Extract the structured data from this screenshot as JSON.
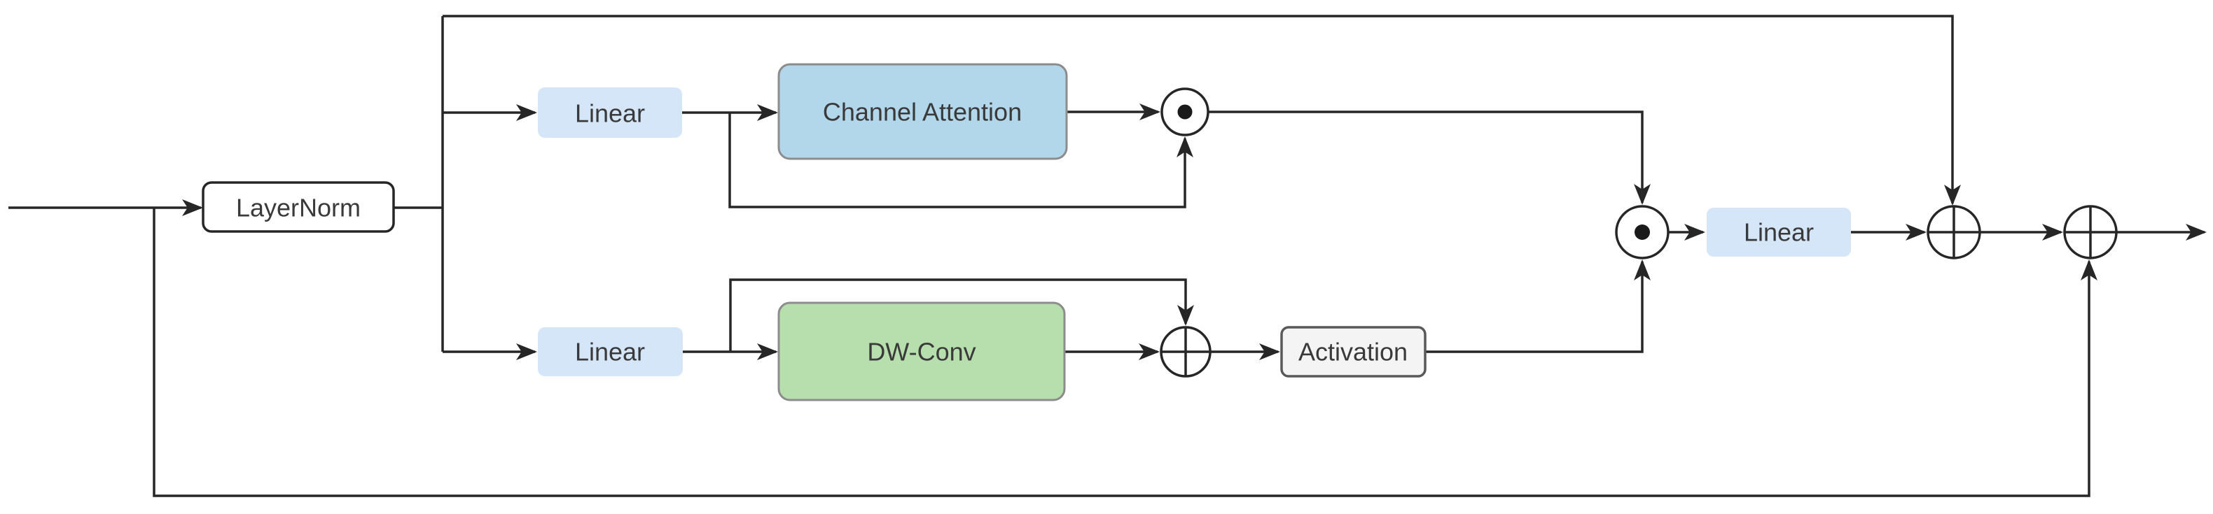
{
  "diagram": {
    "title": "Transformer-style block with Channel Attention and DW-Conv gating branches",
    "background": "#ffffff",
    "line_color": "#262626",
    "text_color": "#3a3a3a",
    "nodes": {
      "layernorm": {
        "label": "LayerNorm",
        "fill": "#ffffff",
        "border": "#262626"
      },
      "linear_top": {
        "label": "Linear",
        "fill": "#d6e6f9",
        "border": "none"
      },
      "channel_attention": {
        "label": "Channel Attention",
        "fill": "#b2d6ea",
        "border": "#8c8c8c"
      },
      "linear_bottom": {
        "label": "Linear",
        "fill": "#d6e6f9",
        "border": "none"
      },
      "dw_conv": {
        "label": "DW-Conv",
        "fill": "#b7dead",
        "border": "#8c8c8c"
      },
      "activation": {
        "label": "Activation",
        "fill": "#f4f4f4",
        "border": "#595959"
      },
      "linear_out": {
        "label": "Linear",
        "fill": "#d6e6f9",
        "border": "none"
      }
    },
    "operators": {
      "multiply_attention": "element-wise multiply (circle with dot) after Channel Attention",
      "add_dwconv": "element-wise add (circle with plus) after DW-Conv residual",
      "multiply_merge": "element-wise multiply (circle with dot) merging both branches",
      "add_skip_inner": "element-wise add (circle with plus) with post-LayerNorm skip",
      "add_skip_outer": "element-wise add (circle with plus) with input skip"
    },
    "connections": [
      "input -> LayerNorm",
      "input -> (bottom skip) -> add_skip_outer",
      "LayerNorm -> split (top skip, Linear top, Linear bottom)",
      "split -> (top skip) -> add_skip_inner",
      "Linear top -> Channel Attention -> multiply_attention",
      "Linear top -> (gate tap) -> multiply_attention",
      "Linear bottom -> DW-Conv -> add_dwconv",
      "Linear bottom -> (residual tap) -> add_dwconv",
      "add_dwconv -> Activation -> multiply_merge",
      "multiply_attention -> multiply_merge",
      "multiply_merge -> Linear out -> add_skip_inner -> add_skip_outer -> output"
    ]
  }
}
